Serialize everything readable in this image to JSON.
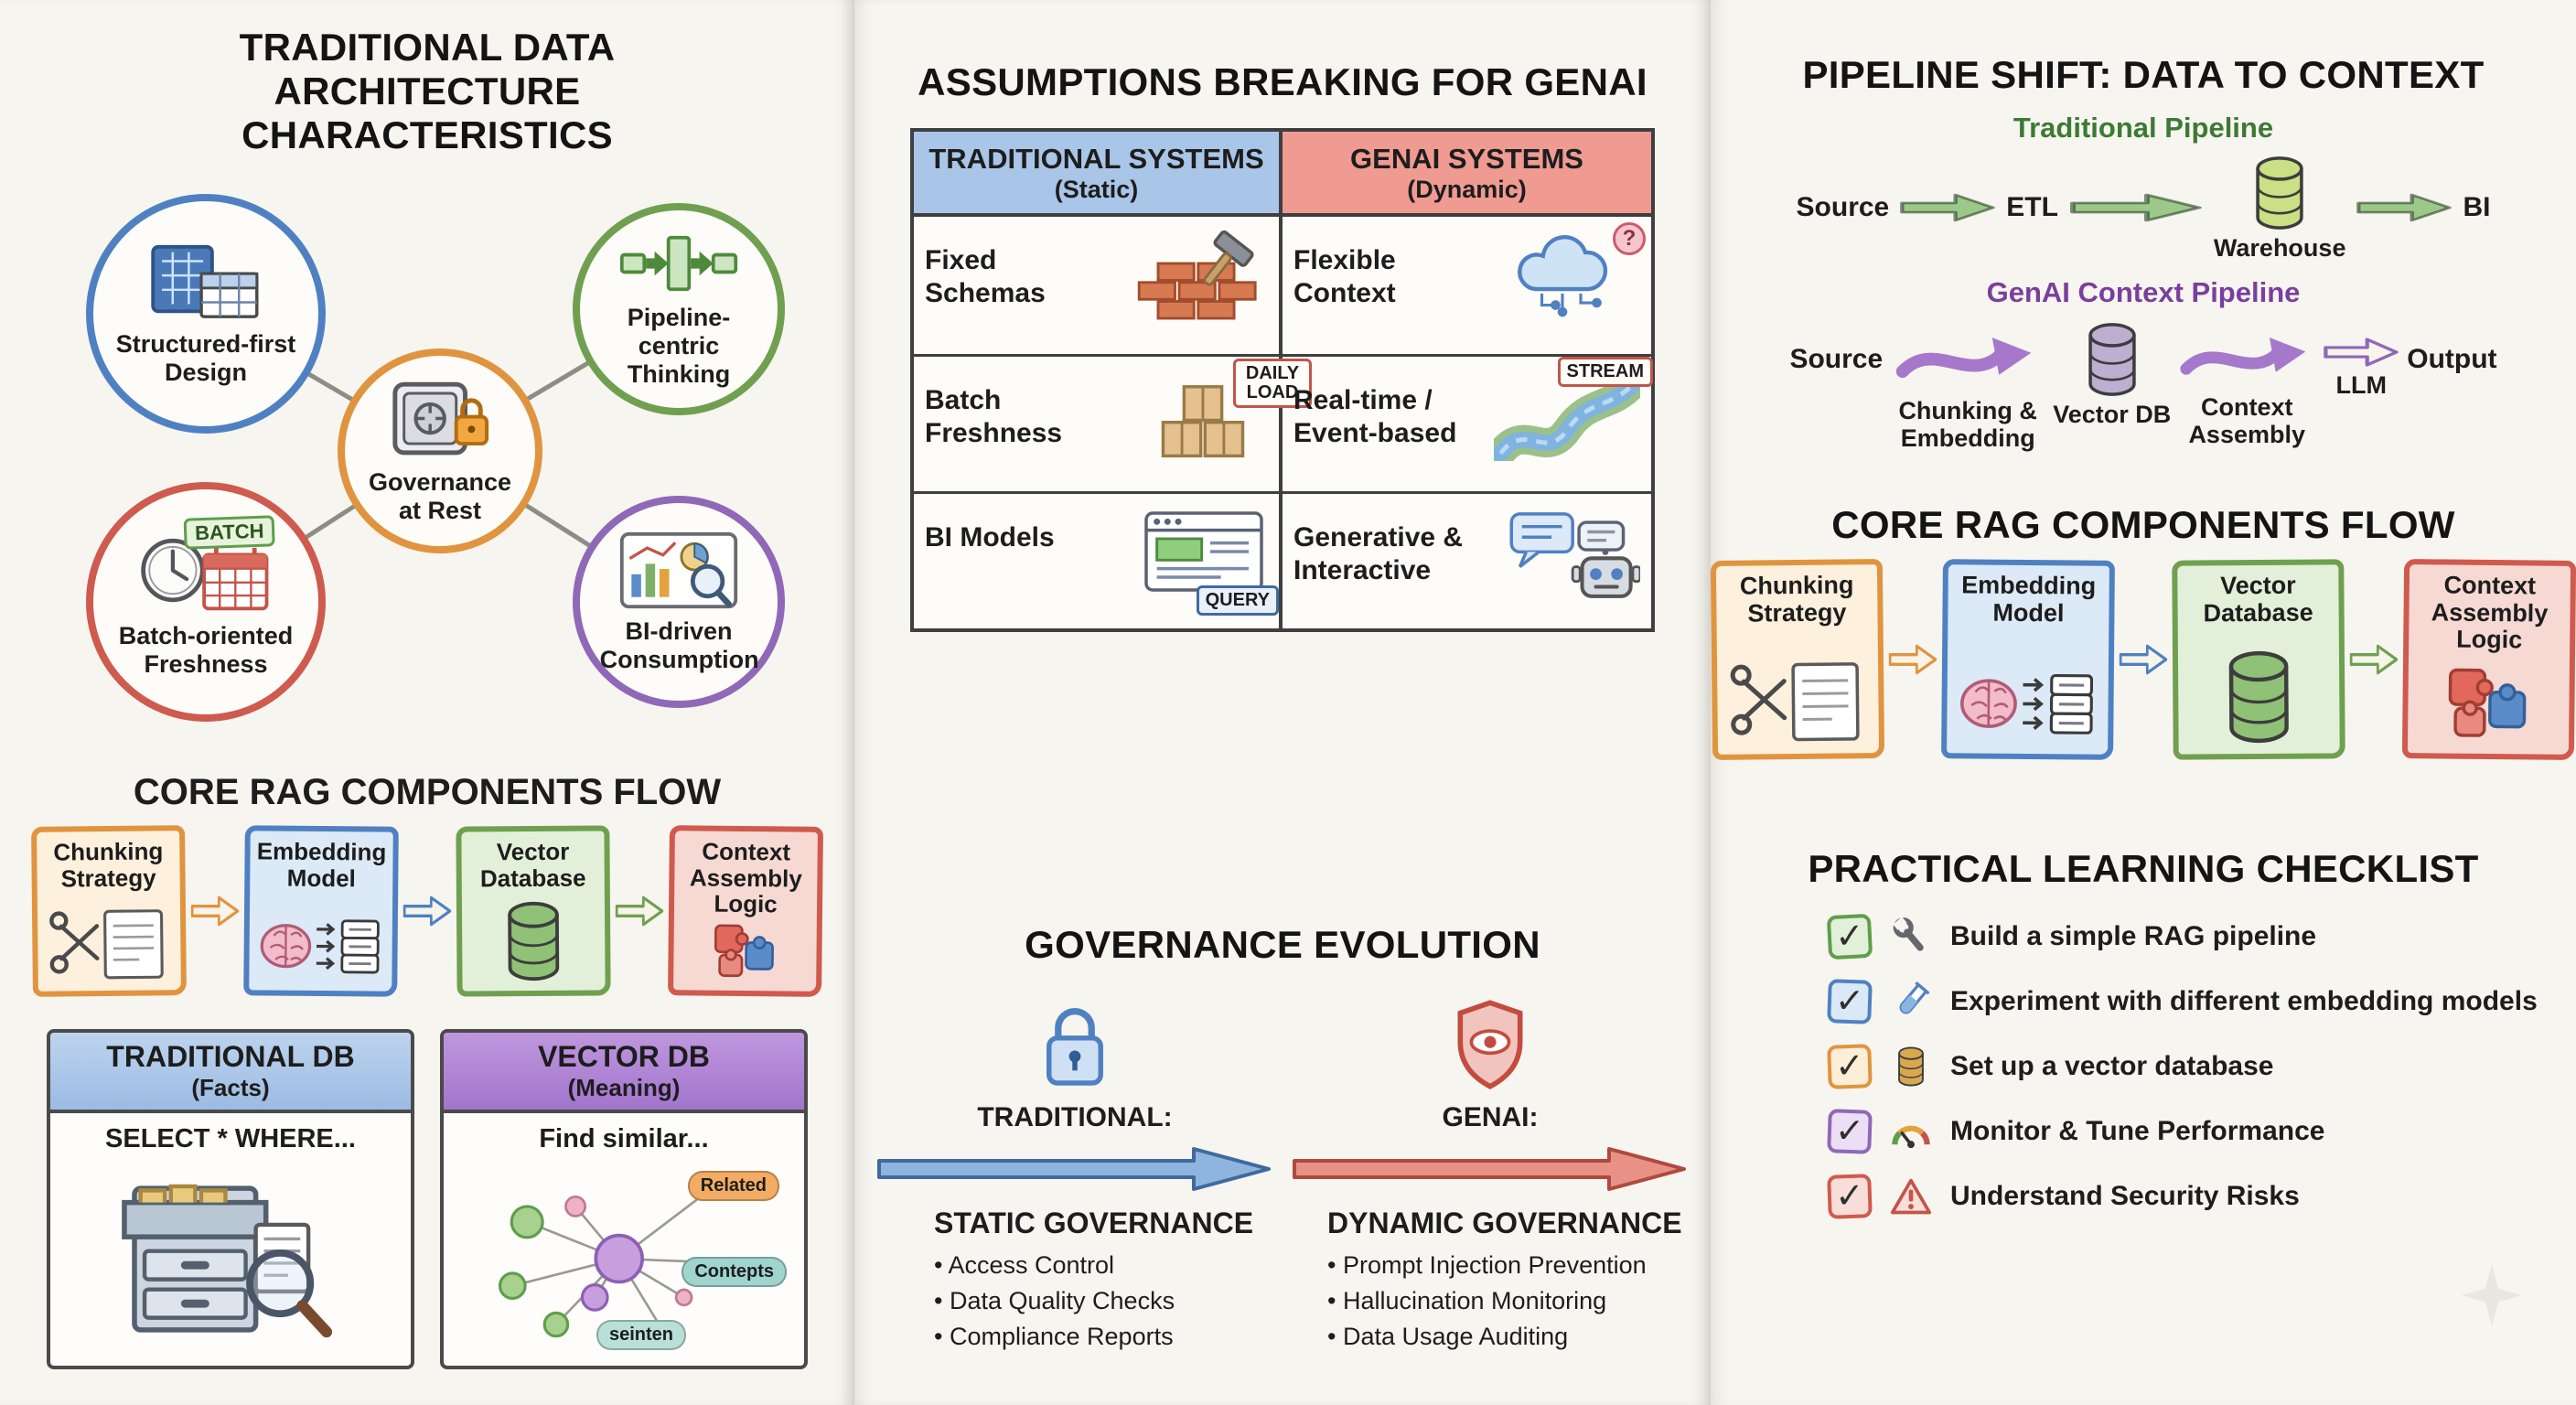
{
  "palette": {
    "background": "#f7f5ef",
    "ink": "#1d1d1d",
    "blue": "#4f81c2",
    "green": "#6fa050",
    "orange": "#e0943f",
    "red": "#cf5a4e",
    "purple": "#9068b8"
  },
  "left": {
    "architecture": {
      "title": "TRADITIONAL DATA ARCHITECTURE CHARACTERISTICS",
      "center_node": {
        "label": "Governance at Rest",
        "icon": "vault-lock-icon",
        "color": "#e0943f"
      },
      "nodes": [
        {
          "label": "Structured-first Design",
          "icon": "blueprint-icon",
          "color": "#4f81c2"
        },
        {
          "label": "Pipeline-centric Thinking",
          "icon": "pipeline-icon",
          "color": "#6fa050"
        },
        {
          "label": "Batch-oriented Freshness",
          "icon": "clock-calendar-icon",
          "color": "#cf5a4e",
          "badge": "BATCH"
        },
        {
          "label": "BI-driven Consumption",
          "icon": "bi-charts-icon",
          "color": "#9068b8"
        }
      ]
    },
    "rag_flow": {
      "title": "CORE RAG COMPONENTS FLOW",
      "steps": [
        {
          "label": "Chunking Strategy",
          "icon": "scissors-document-icon",
          "color": "#e0943f"
        },
        {
          "label": "Embedding Model",
          "icon": "brain-vectors-icon",
          "color": "#4f81c2"
        },
        {
          "label": "Vector Database",
          "icon": "database-cylinder-icon",
          "color": "#6fa050"
        },
        {
          "label": "Context Assembly Logic",
          "icon": "puzzle-pieces-icon",
          "color": "#cf5a4e"
        }
      ]
    },
    "db_compare": {
      "traditional": {
        "title": "TRADITIONAL DB",
        "subtitle": "(Facts)",
        "query": "SELECT * WHERE...",
        "icon": "file-cabinet-magnifier-icon"
      },
      "vector": {
        "title": "VECTOR DB",
        "subtitle": "(Meaning)",
        "query": "Find similar...",
        "icon": "semantic-network-icon",
        "node_labels": [
          "Related",
          "Contepts",
          "seinten"
        ]
      }
    }
  },
  "middle": {
    "assumptions": {
      "title": "ASSUMPTIONS BREAKING FOR GENAI",
      "columns": [
        {
          "title": "TRADITIONAL SYSTEMS",
          "subtitle": "(Static)",
          "color": "#a9c6e8"
        },
        {
          "title": "GENAI SYSTEMS",
          "subtitle": "(Dynamic)",
          "color": "#ef9b92"
        }
      ],
      "rows": [
        {
          "traditional": {
            "label": "Fixed Schemas",
            "icon": "brick-wall-hammer-icon"
          },
          "genai": {
            "label": "Flexible Context",
            "icon": "cloud-circuit-icon",
            "badge": "?"
          }
        },
        {
          "traditional": {
            "label": "Batch Freshness",
            "icon": "stacked-boxes-icon",
            "badge": "DAILY LOAD"
          },
          "genai": {
            "label": "Real-time / Event-based",
            "icon": "stream-river-icon",
            "badge": "STREAM"
          }
        },
        {
          "traditional": {
            "label": "BI Models",
            "icon": "browser-report-icon",
            "badge": "QUERY"
          },
          "genai": {
            "label": "Generative & Interactive",
            "icon": "chat-robot-icon"
          }
        }
      ]
    },
    "governance": {
      "title": "GOVERNANCE EVOLUTION",
      "traditional": {
        "label": "TRADITIONAL:",
        "icon": "padlock-icon",
        "heading": "STATIC GOVERNANCE",
        "items": [
          "Access Control",
          "Data Quality Checks",
          "Compliance Reports"
        ]
      },
      "genai": {
        "label": "GENAI:",
        "icon": "shield-eye-icon",
        "heading": "DYNAMIC GOVERNANCE",
        "items": [
          "Prompt Injection Prevention",
          "Hallucination Monitoring",
          "Data Usage Auditing"
        ]
      }
    }
  },
  "right": {
    "pipeline_shift": {
      "title": "PIPELINE SHIFT: DATA TO CONTEXT",
      "traditional": {
        "label": "Traditional Pipeline",
        "source": "Source",
        "etl": "ETL",
        "warehouse": "Warehouse",
        "bi": "BI"
      },
      "genai": {
        "label": "GenAI Context Pipeline",
        "source": "Source",
        "chunking": "Chunking & Embedding",
        "vector_db": "Vector DB",
        "context_assembly": "Context Assembly",
        "llm": "LLM",
        "output": "Output"
      }
    },
    "rag_flow": {
      "title": "CORE RAG COMPONENTS FLOW",
      "steps": [
        {
          "label": "Chunking Strategy",
          "icon": "scissors-document-icon",
          "color": "#e0943f"
        },
        {
          "label": "Embedding Model",
          "icon": "brain-vectors-icon",
          "color": "#4f81c2"
        },
        {
          "label": "Vector Database",
          "icon": "database-cylinder-icon",
          "color": "#6fa050"
        },
        {
          "label": "Context Assembly Logic",
          "icon": "puzzle-pieces-icon",
          "color": "#cf5a4e"
        }
      ]
    },
    "checklist": {
      "title": "PRACTICAL LEARNING CHECKLIST",
      "check_glyph": "✓",
      "items": [
        {
          "label": "Build a simple RAG pipeline",
          "icon": "wrench-icon",
          "color": "#5f9e4a"
        },
        {
          "label": "Experiment with different embedding models",
          "icon": "test-tube-icon",
          "color": "#4f81c2"
        },
        {
          "label": "Set up a vector database",
          "icon": "database-icon",
          "color": "#e0943f"
        },
        {
          "label": "Monitor & Tune Performance",
          "icon": "gauge-icon",
          "color": "#9068b8"
        },
        {
          "label": "Understand Security Risks",
          "icon": "warning-triangle-icon",
          "color": "#cf5a4e"
        }
      ]
    }
  }
}
